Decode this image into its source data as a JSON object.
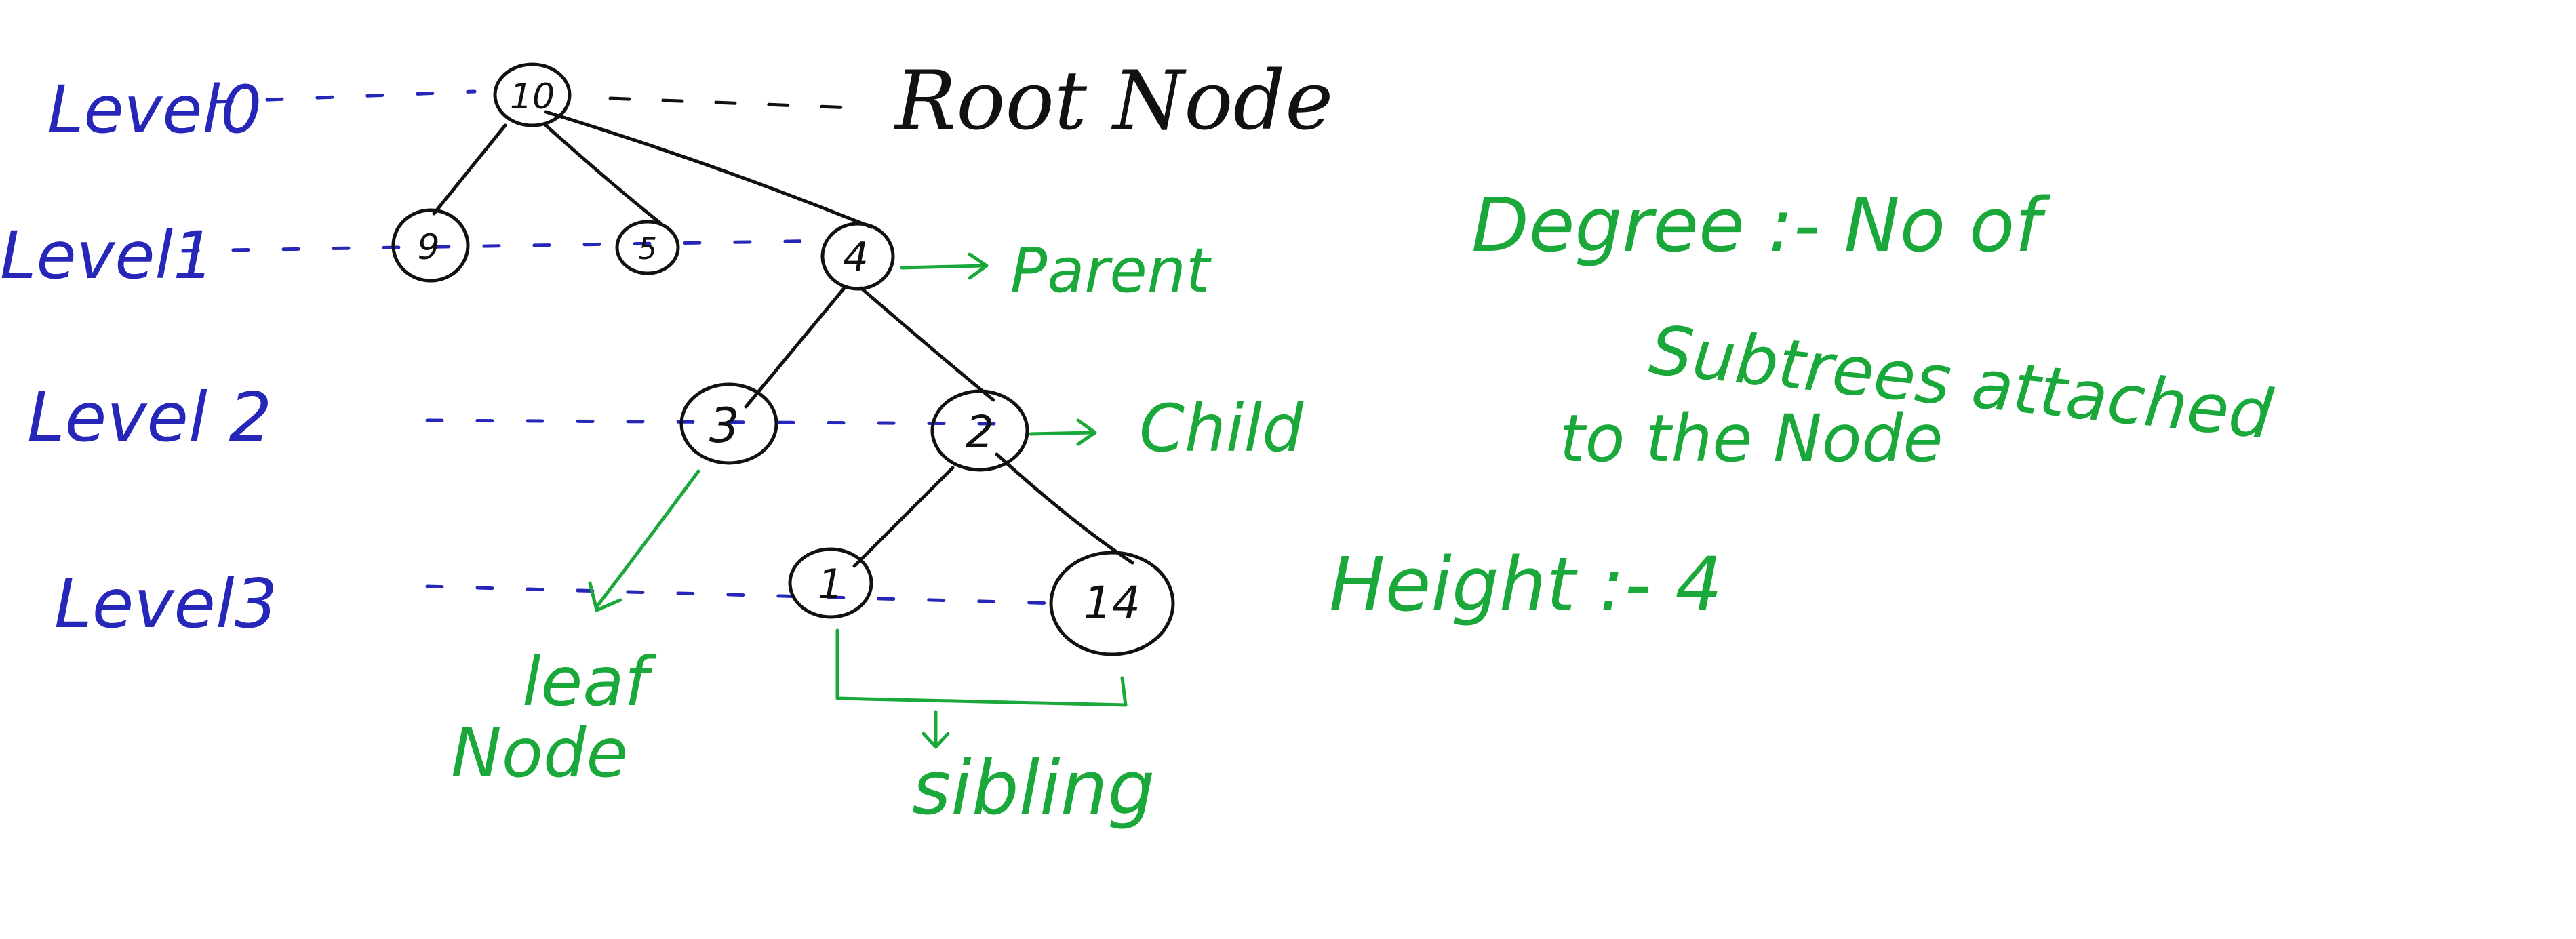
{
  "colors": {
    "ink": "#111111",
    "level": "#2626b8",
    "note": "#1aa83a",
    "background": "#ffffff"
  },
  "levels": [
    {
      "label": "Level0"
    },
    {
      "label": "Level1"
    },
    {
      "label": "Level 2"
    },
    {
      "label": "Level3"
    }
  ],
  "nodes": [
    {
      "label": "10"
    },
    {
      "label": "9"
    },
    {
      "label": "5"
    },
    {
      "label": "4"
    },
    {
      "label": "3"
    },
    {
      "label": "2"
    },
    {
      "label": "1"
    },
    {
      "label": "14"
    }
  ],
  "annotations": {
    "root": "Root Node",
    "parent": "Parent",
    "child": "Child",
    "leaf_line1": "leaf",
    "leaf_line2": "Node",
    "sibling": "sibling",
    "degree_line1": "Degree :- No of",
    "degree_line2": "Subtrees attached",
    "degree_line3": "to the Node",
    "height": "Height :- 4"
  }
}
